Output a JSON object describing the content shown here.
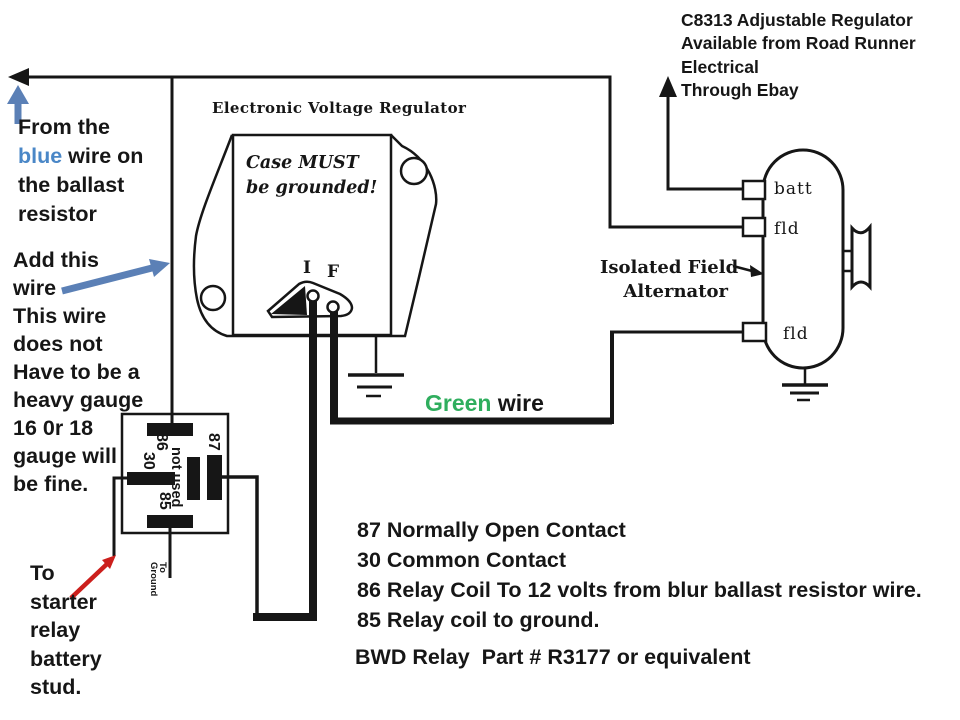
{
  "colors": {
    "ink": "#161616",
    "blue_accent": "#5b80b6",
    "blue_text": "#4a87c7",
    "red_accent": "#cc1f1c",
    "green_text": "#2fae5e"
  },
  "regulator": {
    "title": "Electronic Voltage Regulator",
    "case_note": {
      "line1": "Case MUST",
      "line2": "be grounded!"
    },
    "terminal_i": "I",
    "terminal_f": "F"
  },
  "alternator": {
    "label": {
      "line1": "Isolated Field",
      "line2": "Alternator"
    },
    "terminal_batt": "batt",
    "terminal_fld_top": "fld",
    "terminal_fld_bottom": "fld"
  },
  "relay": {
    "pin_86": "86",
    "pin_30": "30",
    "pin_87": "87",
    "pin_85": "85",
    "not_used": "not used",
    "to_ground": {
      "line1": "To",
      "line2": "Ground"
    }
  },
  "annotations": {
    "supplier_note": {
      "lines": [
        "C8313 Adjustable Regulator",
        "Available from Road Runner",
        "Electrical",
        "Through Ebay"
      ]
    },
    "from_ballast": {
      "line1": "From the",
      "blue_word": "blue",
      "line2_rest": " wire on",
      "line3": "the ballast",
      "line4": "resistor"
    },
    "add_wire": {
      "line1": "Add this",
      "line2": "wire"
    },
    "gauge_note": {
      "lines": [
        "This wire",
        "does not",
        "Have to be a",
        "heavy gauge",
        "16 0r 18",
        "gauge will",
        "be fine."
      ]
    },
    "starter_note": {
      "lines": [
        "To",
        "starter",
        "relay",
        "battery",
        "stud."
      ]
    },
    "green_wire": {
      "green_word": "Green",
      "rest": " wire"
    },
    "relay_legend": {
      "lines": [
        "87 Normally Open Contact",
        "30 Common Contact",
        "86 Relay Coil To 12 volts from blur ballast resistor wire.",
        "85 Relay coil to ground."
      ]
    },
    "part_note": "BWD Relay  Part # R3177 or equivalent"
  }
}
